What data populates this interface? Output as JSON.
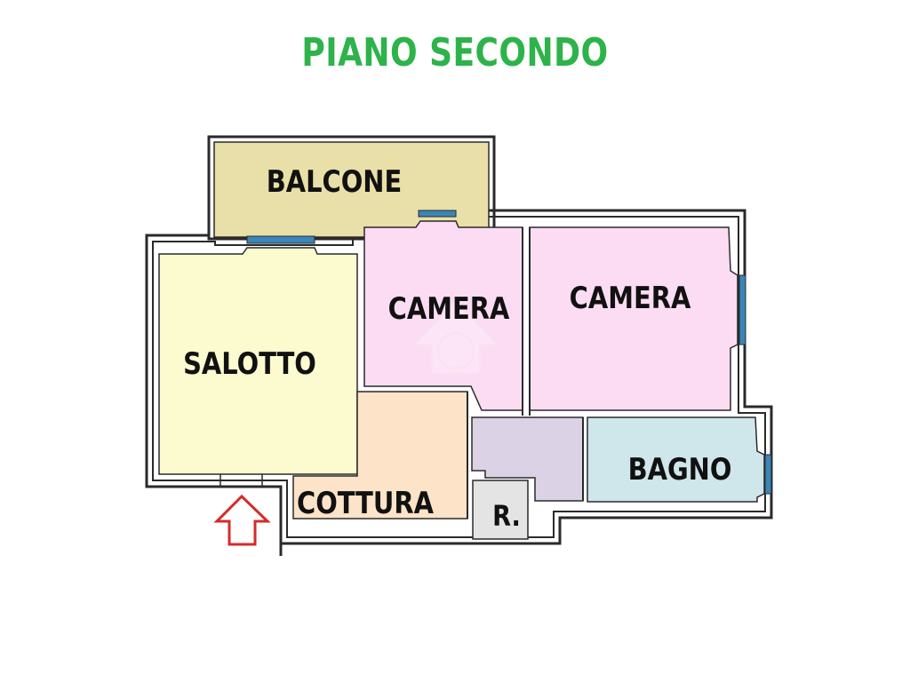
{
  "title": "PIANO SECONDO",
  "colors": {
    "title": "#2db34a",
    "wall": "#2a2a2a",
    "window": "#3a86b8",
    "entrance_arrow": "#d42b2b",
    "balcone": "#e9dfa8",
    "salotto": "#fbfbcf",
    "camera": "#fbdcf3",
    "cottura": "#fde3c8",
    "disimpegno": "#dcd2e6",
    "bagno": "#cfe6ea",
    "ripostiglio": "#e4e4e4"
  },
  "rooms": {
    "balcone": "BALCONE",
    "salotto": "SALOTTO",
    "camera_1": "CAMERA",
    "camera_2": "CAMERA",
    "cottura": "COTTURA",
    "bagno": "BAGNO",
    "ripostiglio": "R."
  },
  "icons": {
    "entrance": "entrance-arrow-icon",
    "watermark": "watermark-logo-icon"
  }
}
